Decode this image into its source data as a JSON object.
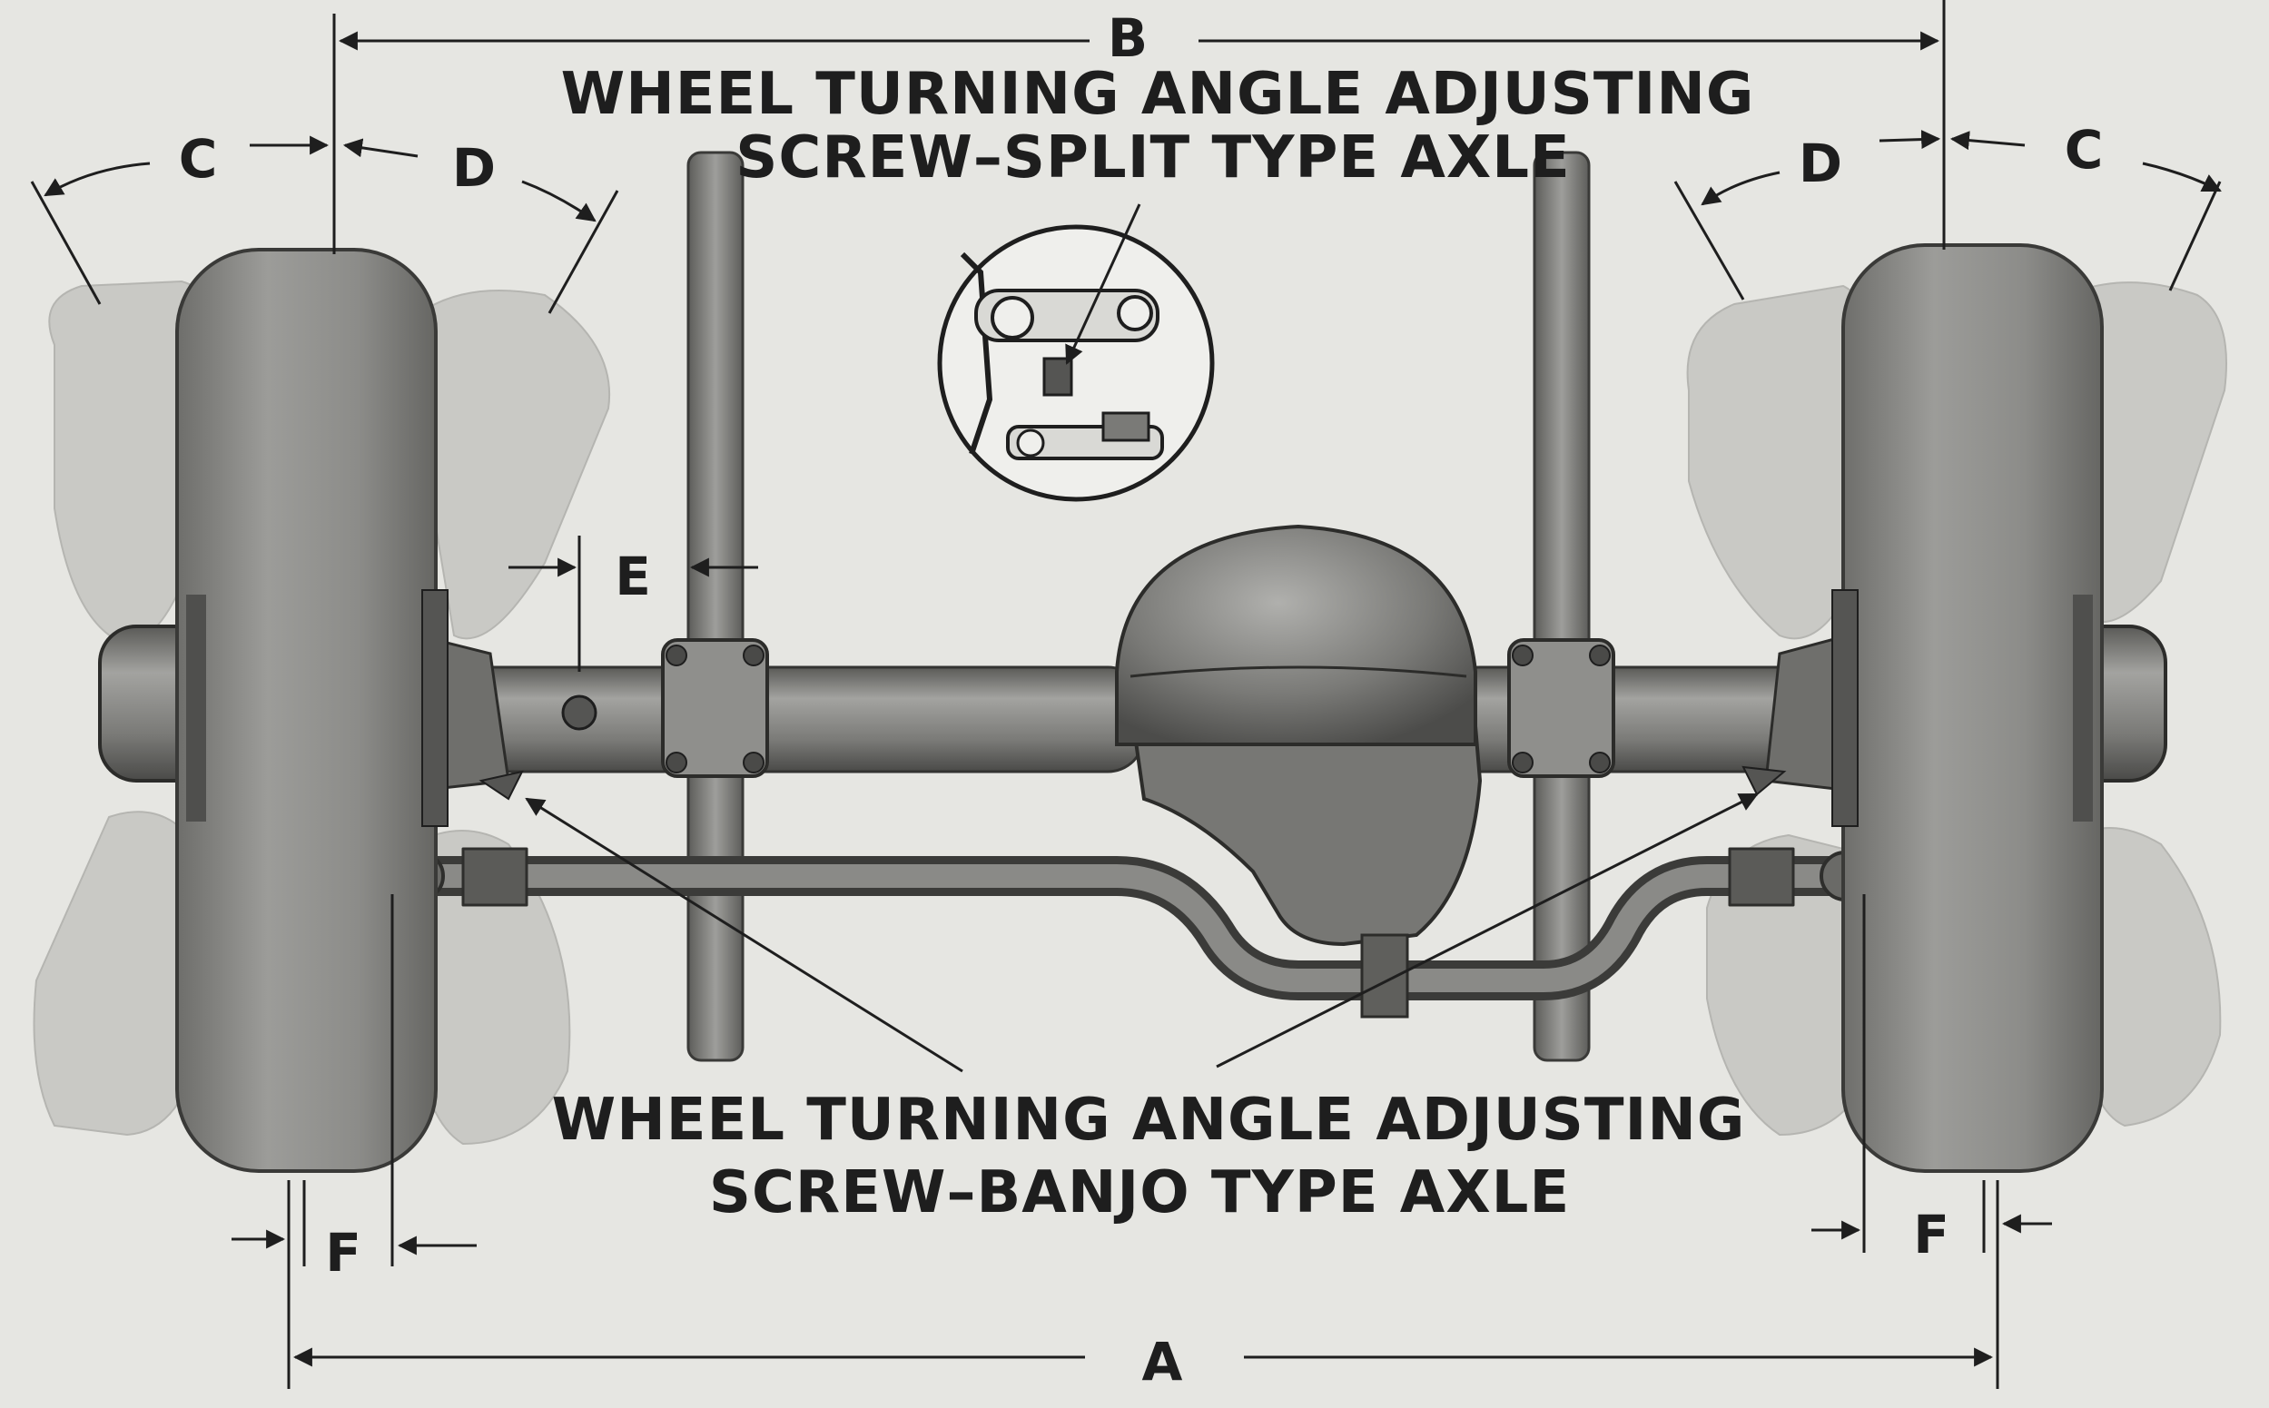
{
  "captions": {
    "top_line1": "WHEEL TURNING ANGLE ADJUSTING",
    "top_line2": "SCREW–SPLIT TYPE AXLE",
    "bottom_line1": "WHEEL TURNING ANGLE ADJUSTING",
    "bottom_line2": "SCREW–BANJO TYPE AXLE"
  },
  "dimension_labels": {
    "a": "A",
    "b": "B",
    "c_left": "C",
    "c_right": "C",
    "d_left": "D",
    "d_right": "D",
    "e": "E",
    "f_left": "F",
    "f_right": "F"
  },
  "colors": {
    "paper": "#e6e6e2",
    "ink": "#1e1e1e",
    "tire": "#8f8f8c",
    "ghost_tire": "#c9c9c5",
    "axle": "#7d7d7a"
  }
}
